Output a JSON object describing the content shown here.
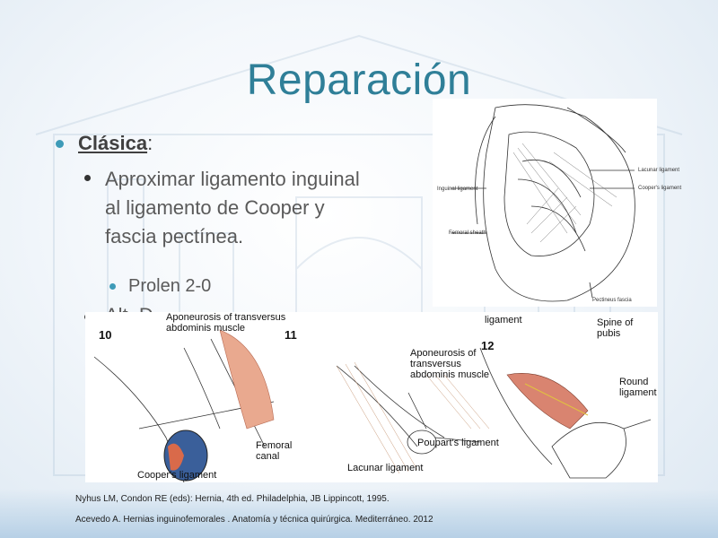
{
  "slide": {
    "title": "Reparación",
    "bullet1_label": "Clásica",
    "bullet1_suffix": ":",
    "bullet2_text": "Aproximar ligamento inguinal al ligamento de Cooper y fascia pectínea.",
    "bullet3_text": "Prolen 2-0",
    "bullet4_text": "Alt. D"
  },
  "figure_top": {
    "labels": {
      "inguinal": "Inguinal ligament",
      "femoral_sheath": "Femoral sheath",
      "lacunar": "Lacunar ligament",
      "coopers": "Cooper's ligament",
      "pectineus": "Pectineus fascia"
    }
  },
  "figure_bottom": {
    "panel_numbers": [
      "10",
      "11",
      "12"
    ],
    "labels": {
      "aponeurosis_top": "Aponeurosis of transversus abdominis muscle",
      "femoral_canal": "Femoral canal",
      "coopers": "Cooper's ligament",
      "aponeurosis_mid": "Aponeurosis of transversus abdominis muscle",
      "poupart": "Poupart's ligament",
      "lacunar": "Lacunar ligament",
      "ligament_partial": "ligament",
      "spine_pubis": "Spine of pubis",
      "round_ligament": "Round ligament"
    }
  },
  "references": [
    "Nyhus LM, Condon RE (eds): Hernia, 4th ed. Philadelphia, JB Lippincott, 1995.",
    "Acevedo  A. Hernias inguinofemorales . Anatomía y técnica quirúrgica. Mediterráneo. 2012"
  ]
}
